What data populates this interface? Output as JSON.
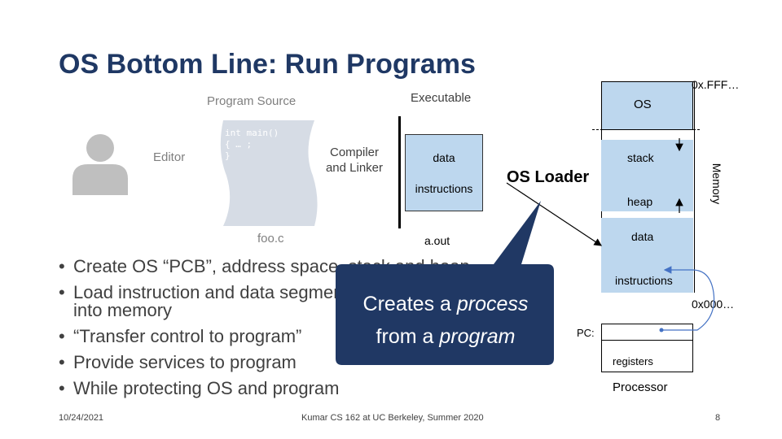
{
  "title": "OS Bottom Line: Run Programs",
  "program_source": {
    "label": "Program Source",
    "editor_label": "Editor",
    "code_lines": [
      "int main()",
      "{ … ;",
      "}"
    ],
    "file_label": "foo.c"
  },
  "compiler_label": [
    "Compiler",
    "and Linker"
  ],
  "executable": {
    "label": "Executable",
    "data_label": "data",
    "instructions_label": "instructions",
    "file_label": "a.out"
  },
  "os_loader_label": "OS Loader",
  "memory": {
    "top_address": "0x.FFF…",
    "bottom_address": "0x000…",
    "axis_label": "Memory",
    "os_label": "OS",
    "stack_label": "stack",
    "heap_label": "heap",
    "data_label": "data",
    "instructions_label": "instructions"
  },
  "processor": {
    "pc_label": "PC:",
    "registers_label": "registers",
    "label": "Processor"
  },
  "callout": {
    "line1_plain": "Creates a ",
    "line1_em": "process",
    "line2_plain": "from a ",
    "line2_em": "program"
  },
  "bullets": [
    "Create OS “PCB”, address space, stack and heap",
    "Load instruction and data segments of executable file",
    "into memory",
    "“Transfer control to program”",
    "Provide services to program",
    "While protecting OS and program"
  ],
  "footer": {
    "date": "10/24/2021",
    "course": "Kumar CS 162 at UC Berkeley, Summer 2020",
    "page": "8"
  },
  "colors": {
    "title": "#1f3864",
    "light_blue": "#bdd7ee",
    "callout": "#203864",
    "person_icon": "#bfbfbf",
    "source_shape": "#d6dce5"
  }
}
